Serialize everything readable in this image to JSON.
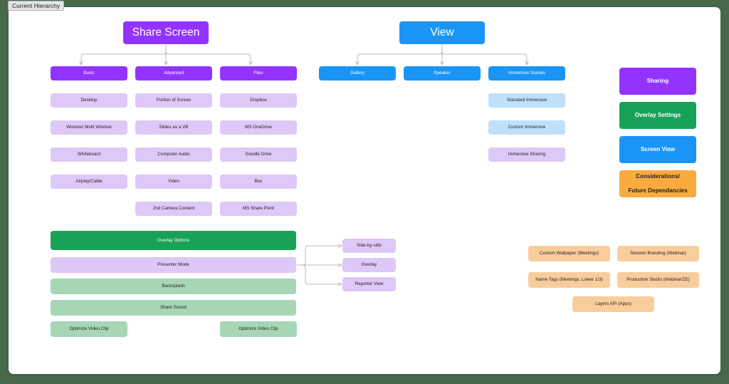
{
  "window": {
    "tab_label": "Current Hierarchy",
    "background_color": "#47684b",
    "canvas_color": "#ffffff"
  },
  "palette": {
    "purple_strong": "#9333ff",
    "purple_light": "#ddc8f7",
    "blue_strong": "#1a95f5",
    "blue_light": "#bfe0fb",
    "green_strong": "#19a257",
    "green_light": "#a6d6b5",
    "orange": "#f9ab3f",
    "orange_light": "#f8cd9c",
    "link_stroke": "#b8b8b8",
    "text_dark": "#222222",
    "text_light": "#ffffff"
  },
  "share_screen": {
    "root": "Share Screen",
    "columns": [
      {
        "header": "Basic",
        "items": [
          "Desktop",
          "Window/ Multi Window",
          "Whiteboard",
          "Airplay/Cable"
        ]
      },
      {
        "header": "Advanced",
        "items": [
          "Portion of Screen",
          "Slides as a VB",
          "Computer Audio",
          "Video",
          "2nd Camera Content"
        ]
      },
      {
        "header": "Files",
        "items": [
          "Dropbox",
          "MS OneDrive",
          "Goodle Drive",
          "Box",
          "MS Share Point"
        ]
      }
    ]
  },
  "view": {
    "root": "View",
    "columns": [
      {
        "header": "Gallery",
        "items": []
      },
      {
        "header": "Speaker",
        "items": []
      },
      {
        "header": "Immersive Scenes",
        "items": [
          "Standard Immersive",
          "Custom Immersive"
        ],
        "extra_item": "Immersive Sharing"
      }
    ]
  },
  "legend": [
    {
      "label": "Sharing",
      "color": "#9333ff"
    },
    {
      "label": "Overlay Settings",
      "color": "#19a257"
    },
    {
      "label": "Screen View",
      "color": "#1a95f5"
    },
    {
      "label": "Considerations/\nFuture Dependancies",
      "line1": "Considerations/",
      "line2": "Future Dependancies",
      "color": "#f9ab3f"
    }
  ],
  "overlay_section": {
    "title": "Overlay Options",
    "rows": [
      {
        "label": "Presenter Mode",
        "style": "purple_light"
      },
      {
        "label": "Backsplash",
        "style": "green_light"
      },
      {
        "label": "Share Sound",
        "style": "green_light"
      }
    ],
    "footer": [
      {
        "label": "Optimize Video Clip"
      },
      {
        "label": "Optimize Video Clip"
      }
    ],
    "presenter_children": [
      "Side-by-side",
      "Overlay",
      "Reporter View"
    ]
  },
  "considerations": [
    {
      "label": "Custom Wallpaper (Meetings)"
    },
    {
      "label": "Session Branding (Webinar)"
    },
    {
      "label": "Name Tags (Meetings, Lower 1/3)"
    },
    {
      "label": "Production Studio (Webinar/ZE)"
    },
    {
      "label": "Layers API (Apps)"
    }
  ]
}
